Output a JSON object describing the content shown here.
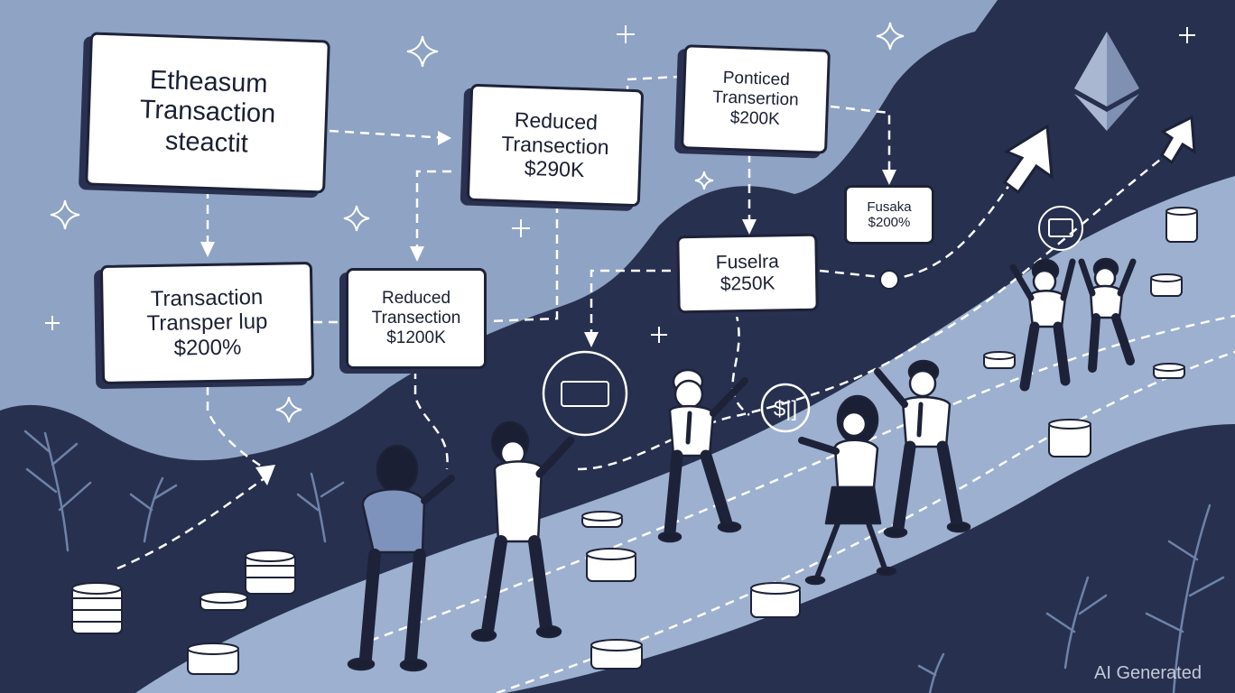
{
  "cards": [
    {
      "lines": [
        "Etheasum",
        "Transaction",
        "steactit"
      ]
    },
    {
      "lines": [
        "Reduced",
        "Transection",
        "$290K"
      ]
    },
    {
      "lines": [
        "Ponticed",
        "Transertion",
        "$200K"
      ]
    },
    {
      "lines": [
        "Transaction",
        "Transper lup",
        "$200%"
      ]
    },
    {
      "lines": [
        "Reduced",
        "Transection",
        "$1200K"
      ]
    },
    {
      "lines": [
        "Fuselra",
        "$250K"
      ]
    },
    {
      "lines": [
        "Fusaka",
        "$200%"
      ]
    }
  ],
  "bubbles": {
    "money_label": "$|]"
  },
  "watermark": "AI Generated",
  "colors": {
    "sky": "#8fa3c4",
    "hill_dark": "#27304f",
    "path_light": "#9db0cf",
    "card_bg": "#ffffff",
    "outline": "#1d2238"
  },
  "icons": [
    "ethereum-logo-icon",
    "sparkle-icon",
    "coin-stack-icon",
    "dollar-bubble-icon",
    "bill-bubble-icon",
    "up-arrow-icon",
    "leaf-icon"
  ]
}
